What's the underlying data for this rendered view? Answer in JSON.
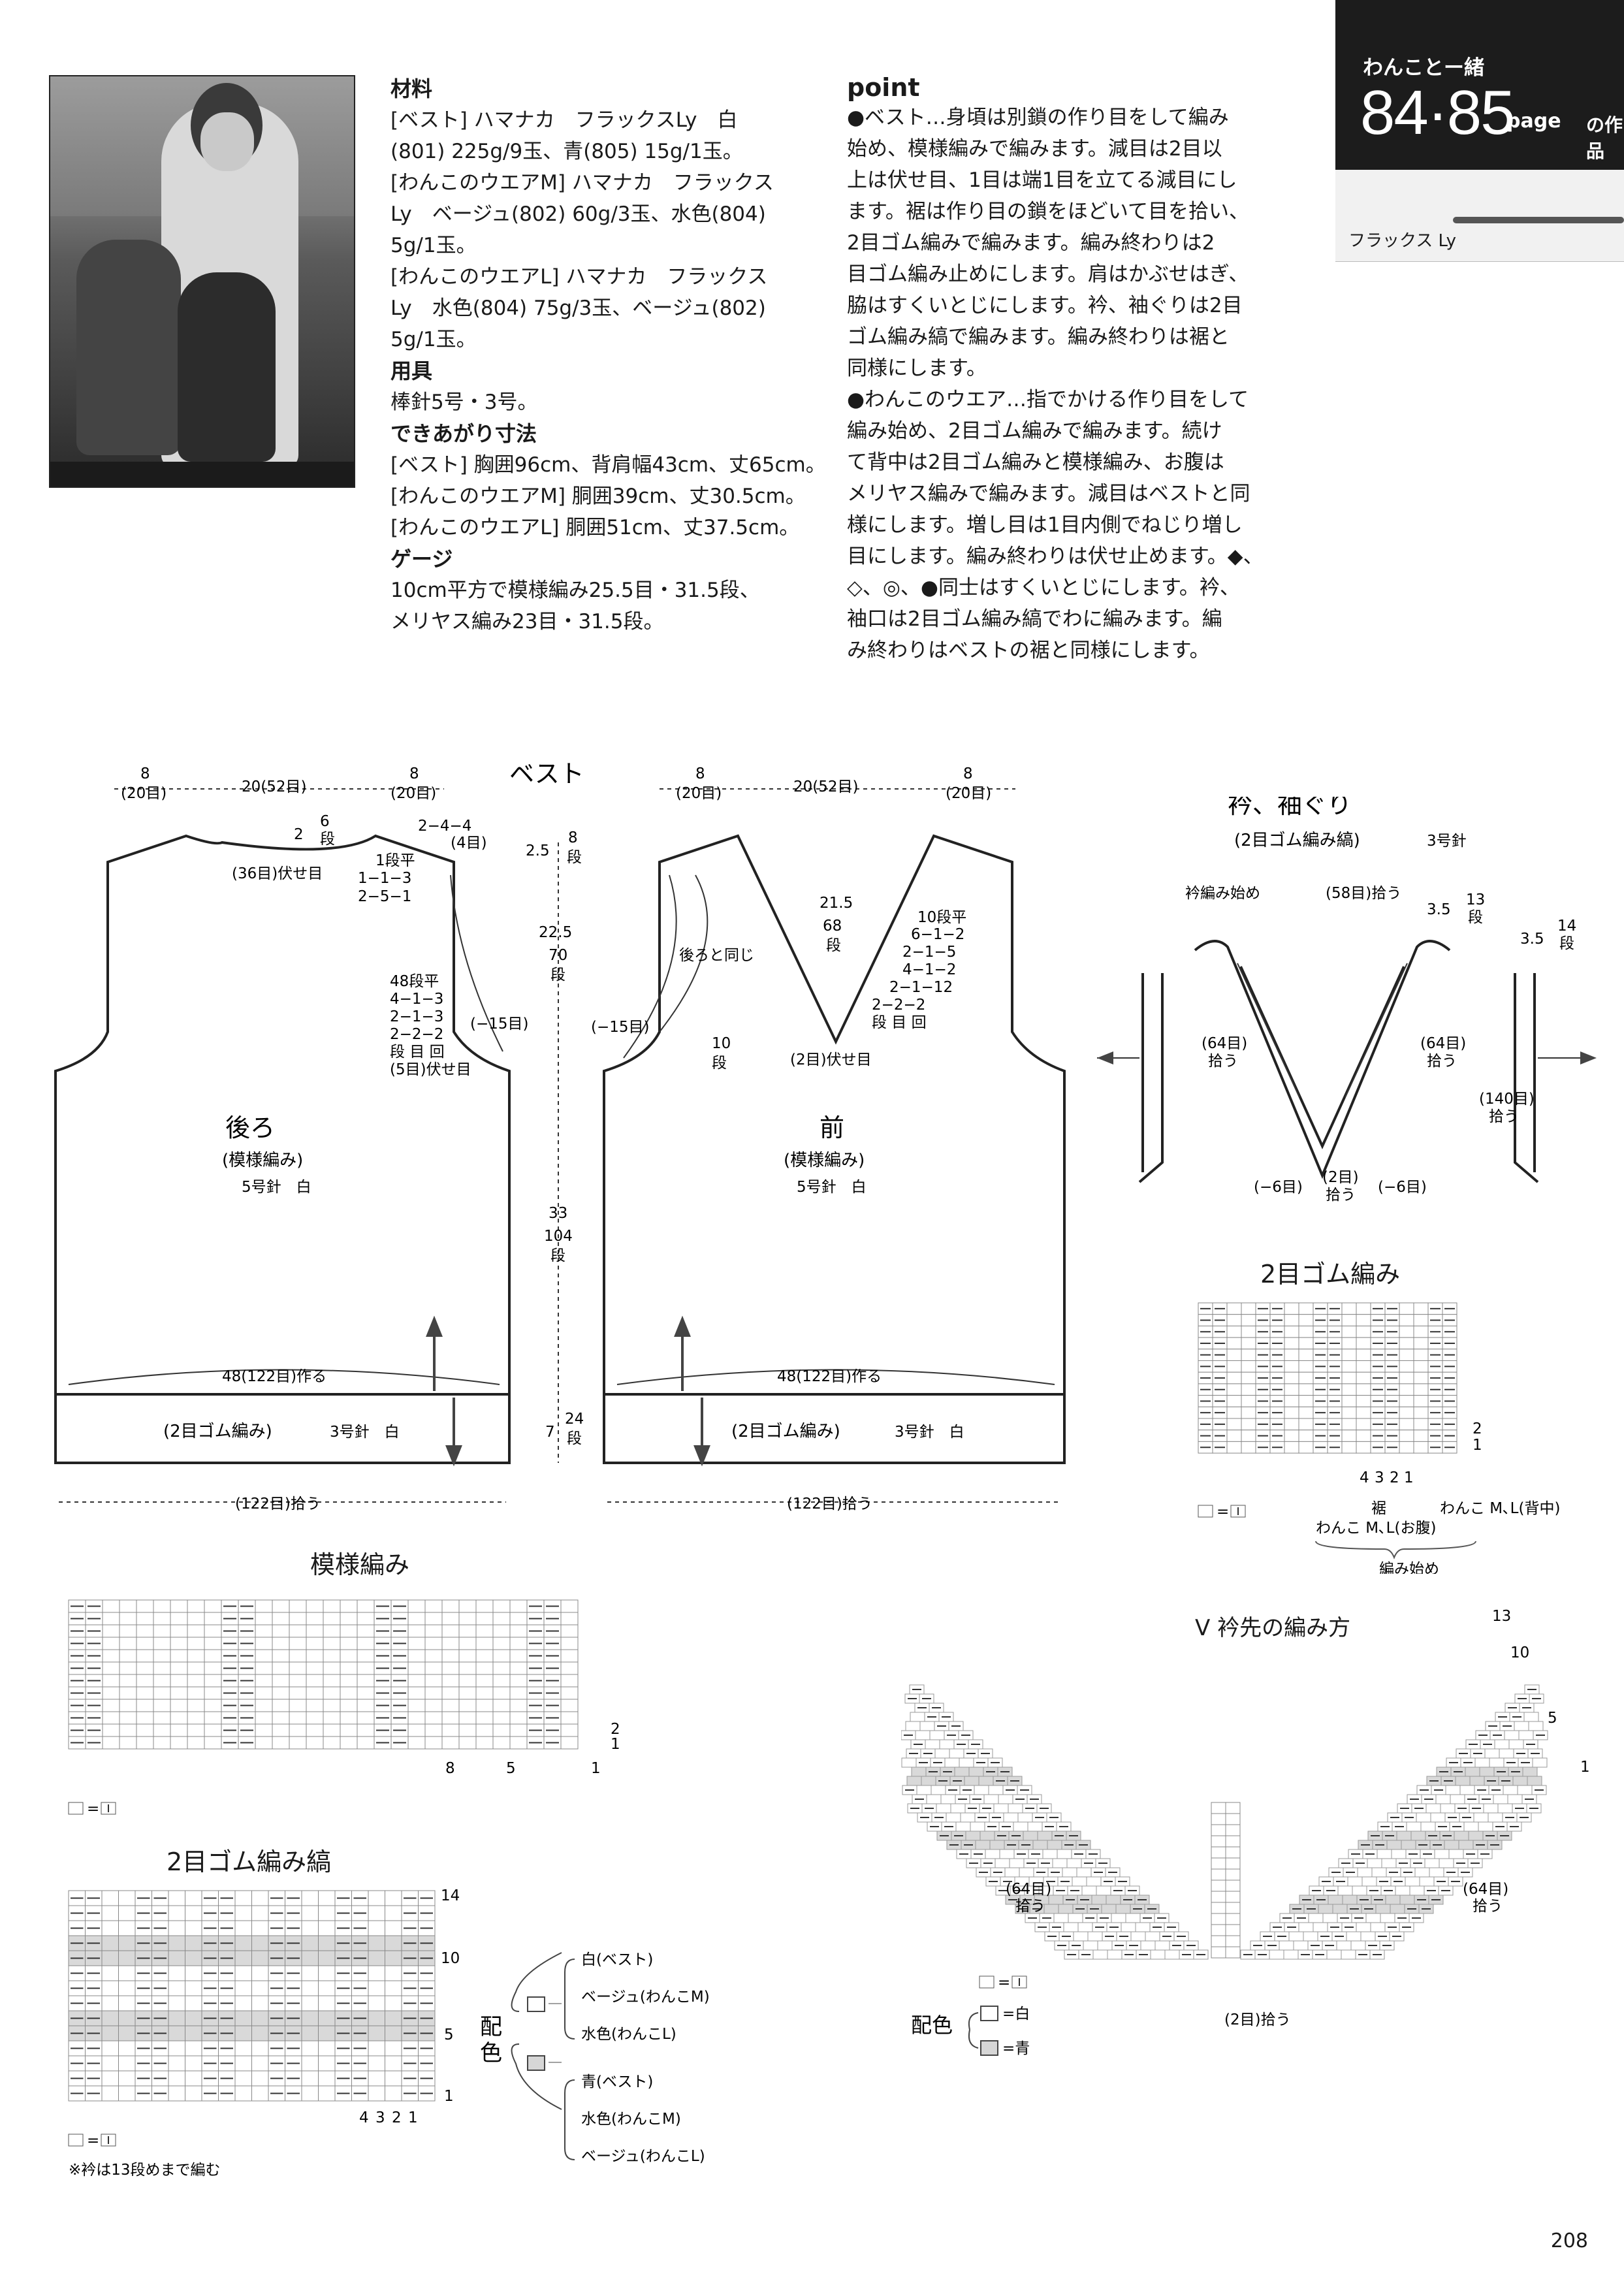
{
  "header_tag": {
    "line1": "わんことー緒",
    "pages": "84·85",
    "suffix": "page",
    "suffix2": "の作品",
    "yarn_label": "フラックス Ly"
  },
  "materials": {
    "title": "材料",
    "lines": [
      "[ベスト] ハマナカ　フラックスLy　白",
      "(801) 225g/9玉、青(805)  15g/1玉。",
      "[わんこのウエアM] ハマナカ　フラックス",
      "Ly　ベージュ(802) 60g/3玉、水色(804)",
      "5g/1玉。",
      "[わんこのウエアL] ハマナカ　フラックス",
      "Ly　水色(804) 75g/3玉、ベージュ(802)",
      "5g/1玉。"
    ],
    "tools_title": "用具",
    "tools": "棒針5号・3号。",
    "size_title": "できあがり寸法",
    "sizes": [
      "[ベスト]  胸囲96cm、背肩幅43cm、丈65cm。",
      "[わんこのウエアM]  胴囲39cm、丈30.5cm。",
      "[わんこのウエアL]  胴囲51cm、丈37.5cm。"
    ],
    "gauge_title": "ゲージ",
    "gauge": [
      "10cm平方で模様編み25.5目・31.5段、",
      "メリヤス編み23目・31.5段。"
    ]
  },
  "point": {
    "title": "point",
    "lines": [
      "●ベスト…身頃は別鎖の作り目をして編み",
      "始め、模様編みで編みます。減目は2目以",
      "上は伏せ目、1目は端1目を立てる減目にし",
      "ます。裾は作り目の鎖をほどいて目を拾い、",
      "2目ゴム編みで編みます。編み終わりは2",
      "目ゴム編み止めにします。肩はかぶせはぎ、",
      "脇はすくいとじにします。衿、袖ぐりは2目",
      "ゴム編み縞で編みます。編み終わりは裾と",
      "同様にします。",
      "●わんこのウエア…指でかける作り目をして",
      "編み始め、2目ゴム編みで編みます。続け",
      "て背中は2目ゴム編みと模様編み、お腹は",
      "メリヤス編みで編みます。減目はベストと同",
      "様にします。増し目は1目内側でねじり増し",
      "目にします。編み終わりは伏せ止めます。◆、",
      "◇、◎、●同士はすくいとじにします。衿、",
      "袖口は2目ゴム編み縞でわに編みます。編",
      "み終わりはベストの裾と同様にします。"
    ]
  },
  "vest": {
    "title": "ベスト",
    "back": {
      "name": "後ろ",
      "pattern": "(模様編み)",
      "needle": "5号針　白",
      "top_left": "8",
      "top_left_st": "(20目)",
      "top_mid": "20(52目)",
      "top_right": "8",
      "top_right_st": "(20目)",
      "neck_bind": "(36目)伏せ目",
      "neck_rows": "2",
      "neck_rows2": "6",
      "neck_rows3": "段",
      "shoulder": [
        "2−4−4",
        "(4目)"
      ],
      "neck_dec": [
        "1段平",
        "1−1−3",
        "2−5−1"
      ],
      "arm_dec": [
        "48段平",
        "4−1−3",
        "2−1−3",
        "2−2−2",
        "段 目 回",
        "(5目)伏せ目"
      ],
      "side": "(−15目)",
      "cast": "48(122目)作る",
      "rib": "(2目ゴム編み)",
      "rib_needle": "3号針　白",
      "pickup": "(122目)拾う"
    },
    "heights": {
      "h1": "2.5",
      "h1r": "8",
      "h1u": "段",
      "h2": "22.5",
      "h2r": "70",
      "h2u": "段",
      "h3": "33",
      "h3r": "104",
      "h3u": "段",
      "h4": "7",
      "h4r": "24",
      "h4u": "段"
    },
    "front": {
      "name": "前",
      "pattern": "(模様編み)",
      "needle": "5号針　白",
      "top_left": "8",
      "top_left_st": "(20目)",
      "top_mid": "20(52目)",
      "top_right": "8",
      "top_right_st": "(20目)",
      "same": "後ろと同じ",
      "v_h": "21.5",
      "v_r": "68",
      "v_u": "段",
      "v_dec": [
        "10段平",
        "6−1−2",
        "2−1−5",
        "4−1−2",
        "2−1−12",
        "2−2−2",
        "段 目 回"
      ],
      "center": "(2目)伏せ目",
      "ten": "10",
      "ten_u": "段",
      "side": "(−15目)",
      "cast": "48(122目)作る",
      "rib": "(2目ゴム編み)",
      "rib_needle": "3号針　白",
      "pickup": "(122目)拾う"
    }
  },
  "collar": {
    "title": "衿、袖ぐり",
    "subtitle": "(2目ゴム編み縞)",
    "needle": "3号針",
    "start": "衿編み始め",
    "pick58": "(58目)拾う",
    "w1": "3.5",
    "w1r": "13",
    "w1u": "段",
    "w2": "3.5",
    "w2r": "14",
    "w2u": "段",
    "l64": "(64目)",
    "l64b": "拾う",
    "r64": "(64目)",
    "r64b": "拾う",
    "arm140": "(140目)",
    "arm140b": "拾う",
    "m6l": "(−6目)",
    "c2": "(2目)",
    "c2b": "拾う",
    "m6r": "(−6目)"
  },
  "rib_chart": {
    "title": "2目ゴム編み",
    "row_nums": [
      "2",
      "1"
    ],
    "col_nums": [
      "4",
      "3",
      "2",
      "1"
    ],
    "legend": "=",
    "hem": "裾",
    "dog_back": "わんこ M､L(背中)",
    "dog_belly": "わんこ M､L(お腹)",
    "start": "編み始め"
  },
  "pattern_chart": {
    "title": "模様編み",
    "row_nums": [
      "2",
      "1"
    ],
    "col_nums": [
      "8",
      "5",
      "1"
    ],
    "legend": "="
  },
  "stripe_chart": {
    "title": "2目ゴム編み縞",
    "row_nums": [
      "14",
      "10",
      "5",
      "1"
    ],
    "col_nums": [
      "4",
      "3",
      "2",
      "1"
    ],
    "legend": "=",
    "note": "※衿は13段めまで編む",
    "color_title": "配色",
    "colors_a": [
      "白(ベスト)",
      "ベージュ(わんこM)",
      "水色(わんこL)"
    ],
    "colors_b": [
      "青(ベスト)",
      "水色(わんこM)",
      "ベージュ(わんこL)"
    ]
  },
  "v_chart": {
    "title": "V 衿先の編み方",
    "rows": [
      "13",
      "10",
      "5",
      "1"
    ],
    "l64": "(64目)",
    "l64b": "拾う",
    "r64": "(64目)",
    "r64b": "拾う",
    "c2": "(2目)拾う",
    "legend": "=",
    "color_title": "配色",
    "white": "=白",
    "blue": "=青"
  },
  "page_number": "208"
}
